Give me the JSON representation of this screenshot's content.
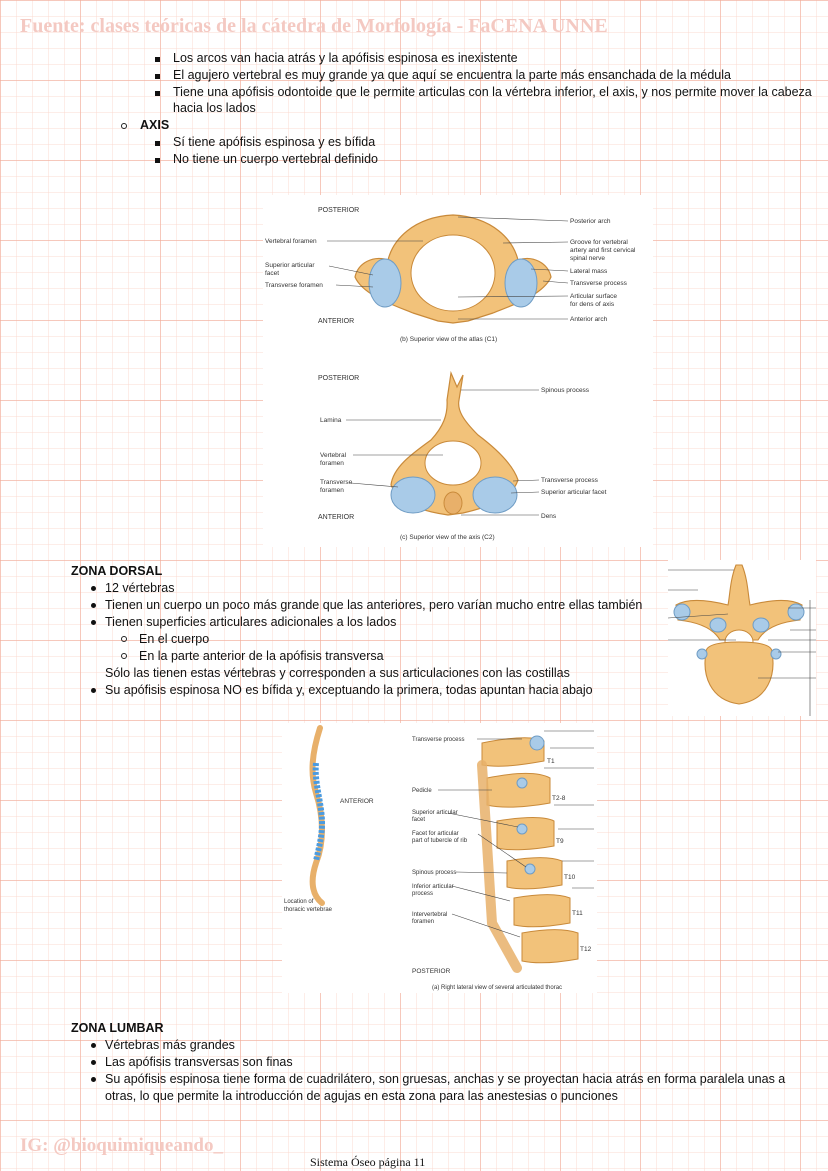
{
  "header": {
    "source": "Fuente: clases teóricas de la cátedra de Morfología - FaCENA UNNE"
  },
  "atlas_bullets": [
    "Los arcos van hacia atrás y la apófisis espinosa es inexistente",
    "El agujero vertebral es muy grande ya que aquí se encuentra la parte más ensanchada de la médula",
    "Tiene una apófisis odontoide que le permite articulas con la vértebra inferior, el axis, y nos permite mover la cabeza",
    "hacia los lados"
  ],
  "axis": {
    "heading": "AXIS",
    "bullets": [
      "Sí tiene apófisis espinosa y es bífida",
      "No tiene un cuerpo vertebral definido"
    ]
  },
  "figure_atlas": {
    "posterior": "POSTERIOR",
    "anterior": "ANTERIOR",
    "caption": "(b) Superior view of the atlas (C1)",
    "left_labels": [
      "Vertebral foramen",
      "Superior articular",
      "facet",
      "Transverse foramen"
    ],
    "right_labels": [
      "Posterior arch",
      "Groove for vertebral",
      "artery and first cervical",
      "spinal nerve",
      "Lateral mass",
      "Transverse process",
      "Articular surface",
      "for dens of axis",
      "Anterior arch"
    ]
  },
  "figure_axis": {
    "posterior": "POSTERIOR",
    "anterior": "ANTERIOR",
    "caption": "(c) Superior view of the axis (C2)",
    "left_labels": [
      "Lamina",
      "Vertebral",
      "foramen",
      "Transverse",
      "foramen"
    ],
    "right_labels": [
      "Spinous process",
      "Transverse process",
      "Superior articular facet",
      "Dens"
    ]
  },
  "dorsal": {
    "heading": "ZONA DORSAL",
    "b1": "12 vértebras",
    "b2": "Tienen un cuerpo un poco más grande que las anteriores, pero varían mucho entre ellas también",
    "b3": "Tienen superficies articulares adicionales a los lados",
    "s1": "En el cuerpo",
    "s2": "En la parte anterior de la apófisis transversa",
    "note": "Sólo las tienen estas vértebras y corresponden a sus articulaciones con las costillas",
    "b4": "Su apófisis espinosa NO es bífida y, exceptuando la primera, todas apuntan hacia abajo"
  },
  "figure_thoracic": {
    "anterior": "ANTERIOR",
    "location": [
      "Location of",
      "thoracic vertebrae"
    ],
    "labels": [
      "Transverse process",
      "Pedicle",
      "Superior articular",
      "facet",
      "Facet for articular",
      "part of tubercle of rib",
      "Spinous process",
      "Inferior articular",
      "process",
      "Intervertebral",
      "foramen"
    ],
    "vertebrae": [
      "T1",
      "T2-8",
      "T9",
      "T10",
      "T11",
      "T12"
    ],
    "posterior": "POSTERIOR",
    "caption": "(a) Right lateral view of several articulated thorac"
  },
  "lumbar": {
    "heading": "ZONA LUMBAR",
    "b1": "Vértebras más grandes",
    "b2": "Las apófisis transversas son finas",
    "b3": "Su apófisis espinosa tiene forma de cuadrilátero, son gruesas, anchas y se proyectan hacia atrás en forma paralela unas a",
    "b3b": "otras, lo que permite la introducción de agujas en esta zona para las anestesias o punciones"
  },
  "footer": {
    "ig": "IG: @bioquimiqueando_",
    "page": "Sistema Óseo página 11"
  },
  "colors": {
    "bone": "#f2c27a",
    "bone_edge": "#c98a3a",
    "cartilage": "#a9cbe8",
    "watermark": "#f4c9c2"
  }
}
